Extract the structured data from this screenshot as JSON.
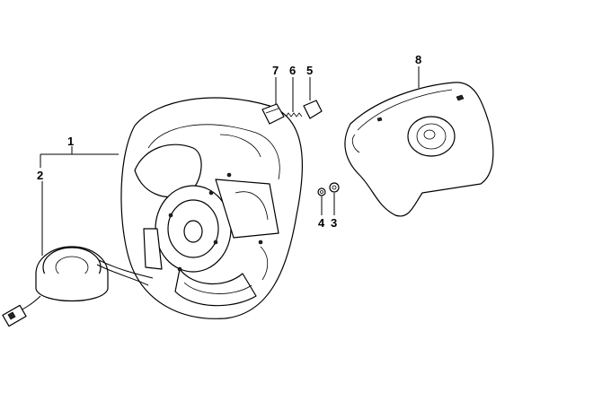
{
  "diagram": {
    "callouts": [
      {
        "id": "c1",
        "label": "1",
        "part": "steering-wheel"
      },
      {
        "id": "c2",
        "label": "2",
        "part": "slip-ring"
      },
      {
        "id": "c3",
        "label": "3",
        "part": "nut"
      },
      {
        "id": "c4",
        "label": "4",
        "part": "washer"
      },
      {
        "id": "c5",
        "label": "5",
        "part": "clip-right"
      },
      {
        "id": "c6",
        "label": "6",
        "part": "spring"
      },
      {
        "id": "c7",
        "label": "7",
        "part": "clip-left"
      },
      {
        "id": "c8",
        "label": "8",
        "part": "airbag-module"
      }
    ],
    "line_color": "#000000",
    "background": "#ffffff"
  }
}
